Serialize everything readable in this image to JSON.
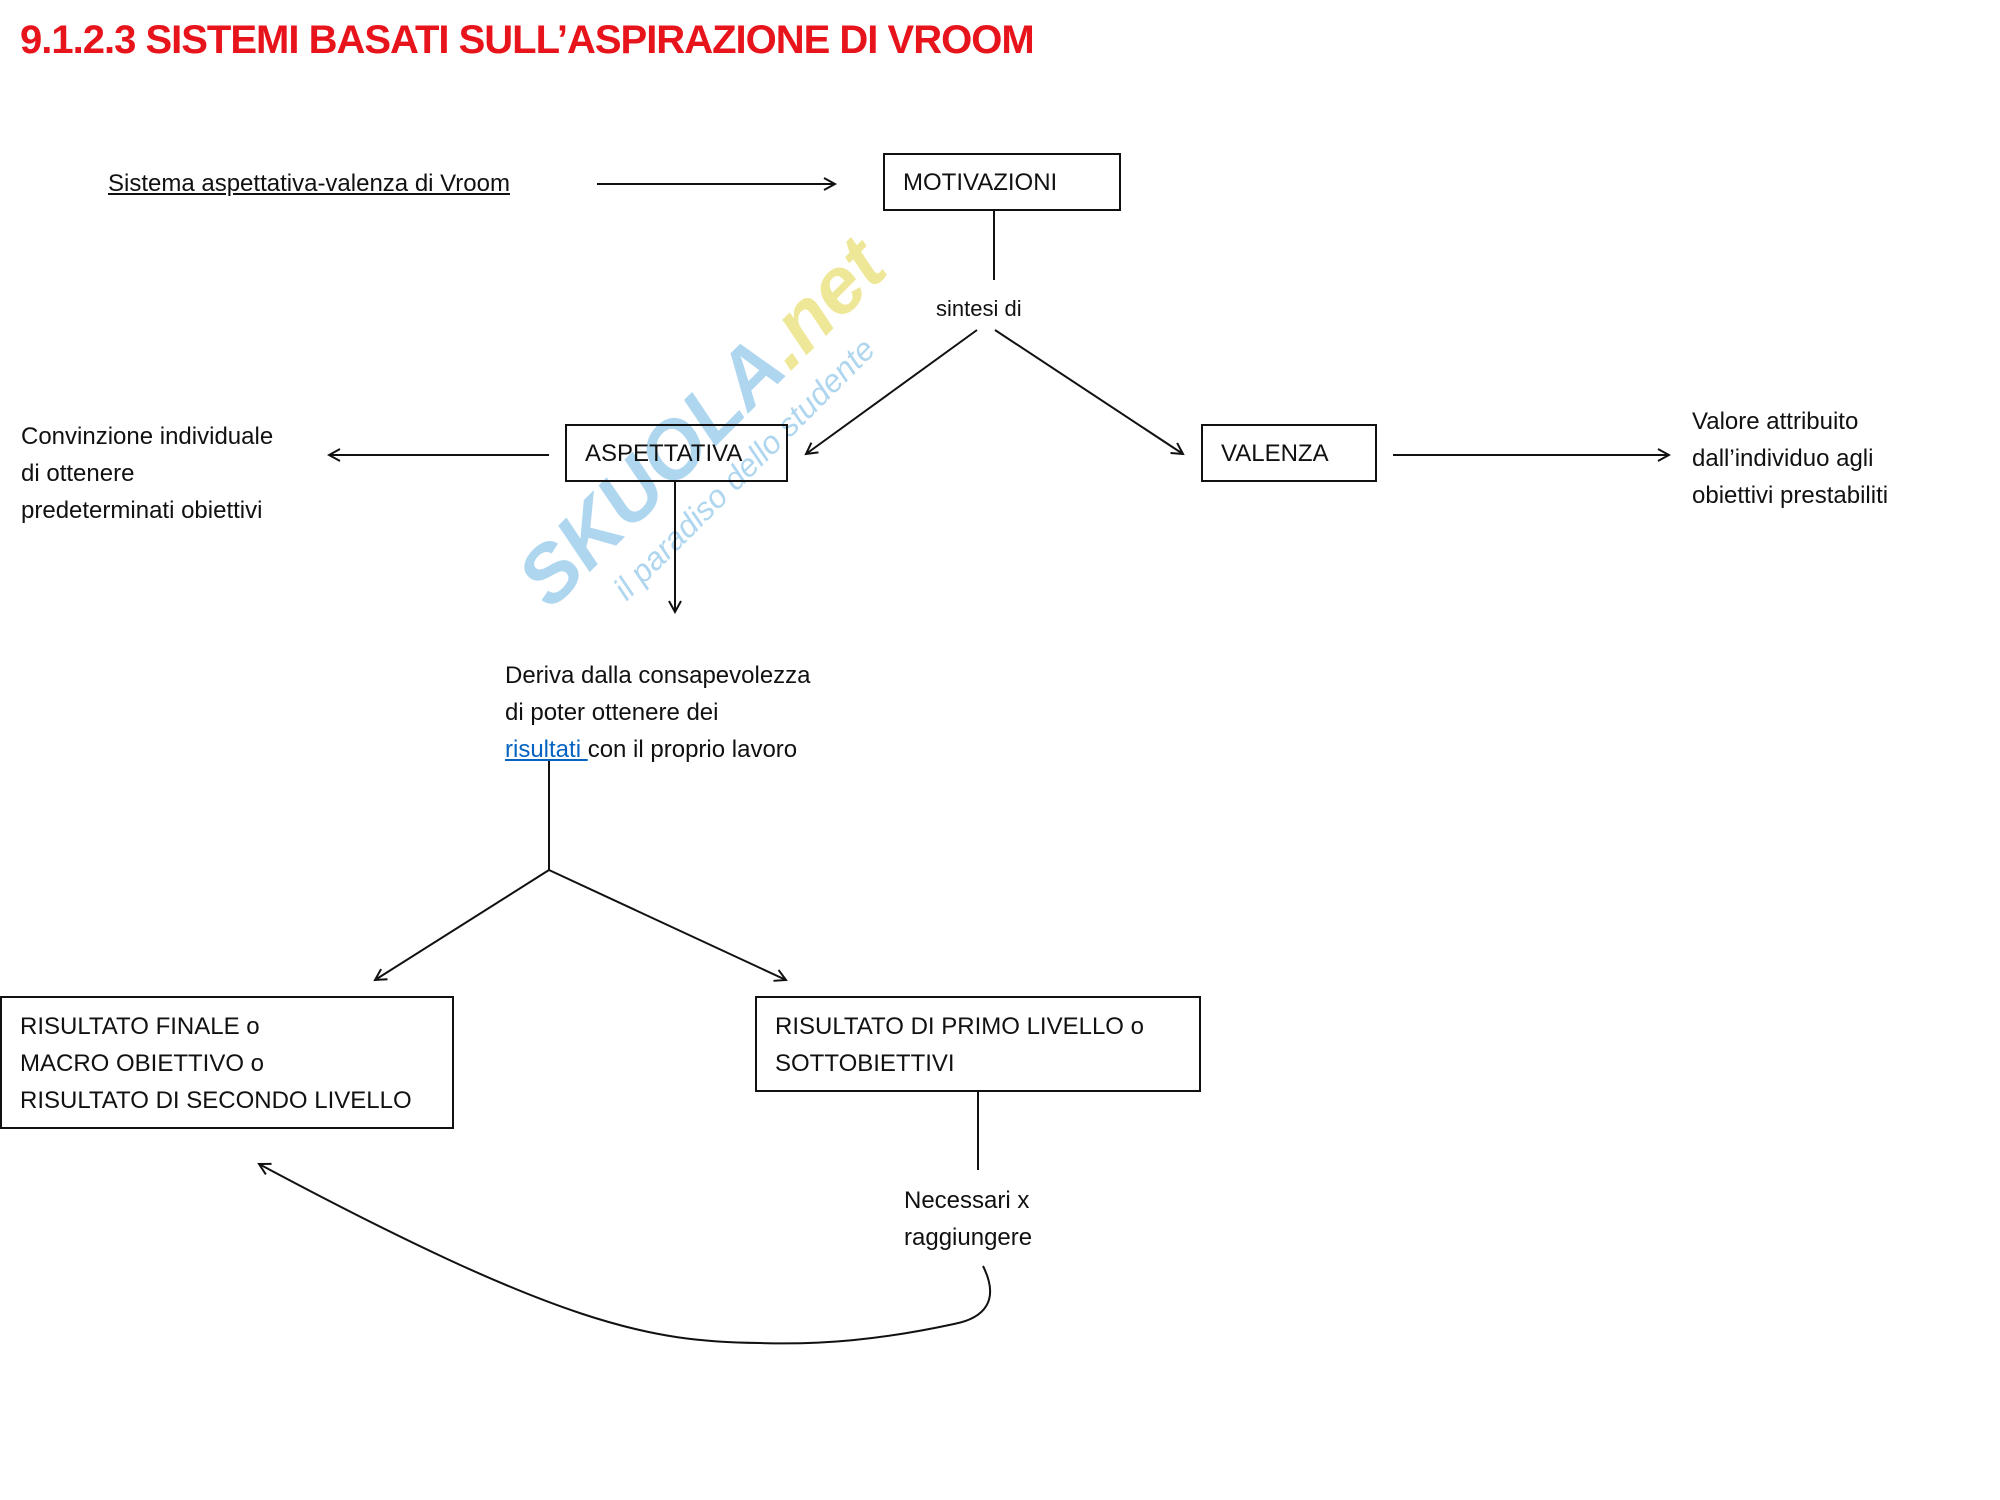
{
  "title": "9.1.2.3 SISTEMI BASATI SULL’ASPIRAZIONE DI VROOM",
  "watermark": {
    "logo_main": "SKUOLA",
    "logo_ext": ".net",
    "tagline": "il paradiso dello studente"
  },
  "diagram": {
    "source_label": "Sistema aspettativa-valenza di Vroom",
    "motivazioni": "MOTIVAZIONI",
    "sintesi": "sintesi di",
    "aspettativa": "ASPETTATIVA",
    "valenza": "VALENZA",
    "aspettativa_desc": [
      "Convinzione individuale",
      "di ottenere",
      "predeterminati obiettivi"
    ],
    "valenza_desc": [
      "Valore attribuito",
      "dall’individuo agli",
      "obiettivi prestabiliti"
    ],
    "deriva": [
      "Deriva dalla consapevolezza",
      "di poter ottenere dei"
    ],
    "deriva_link": "risultati ",
    "deriva_tail": "con il proprio lavoro",
    "risultato_finale": [
      "RISULTATO FINALE o",
      "MACRO OBIETTIVO o",
      "RISULTATO DI SECONDO LIVELLO"
    ],
    "risultato_primo": [
      "RISULTATO DI PRIMO LIVELLO o",
      "SOTTOBIETTIVI"
    ],
    "necessari": [
      "Necessari x",
      "raggiungere"
    ]
  }
}
